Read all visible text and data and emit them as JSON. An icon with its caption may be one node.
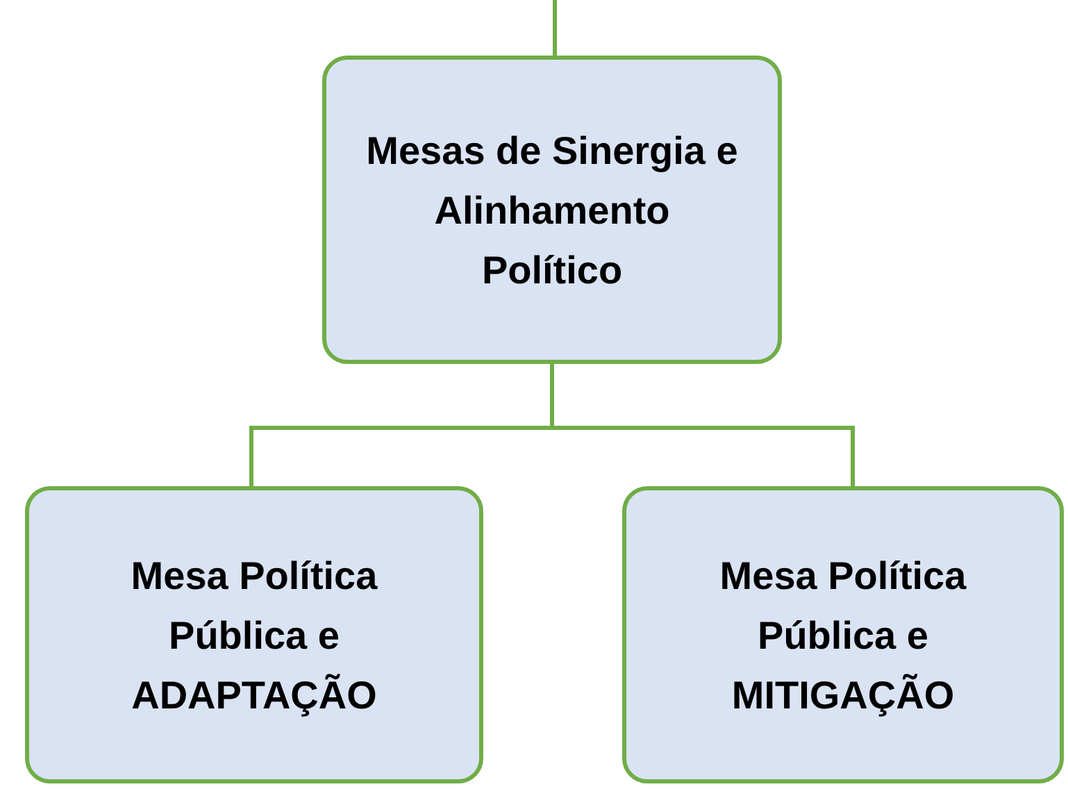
{
  "diagram": {
    "nodes": [
      {
        "text": [
          "Mesas de Sinergia e Alinhamento Político"
        ]
      },
      {
        "text": [
          "Mesa Política Pública e ADAPTAÇÃO"
        ]
      },
      {
        "text": [
          "Mesa Política Pública e MITIGAÇÃO"
        ]
      }
    ],
    "edges": [
      {
        "from": null,
        "to": 0,
        "arrow": "none"
      },
      {
        "from": 0,
        "to": 1,
        "arrow": "none"
      },
      {
        "from": 0,
        "to": 2,
        "arrow": "none"
      }
    ]
  }
}
